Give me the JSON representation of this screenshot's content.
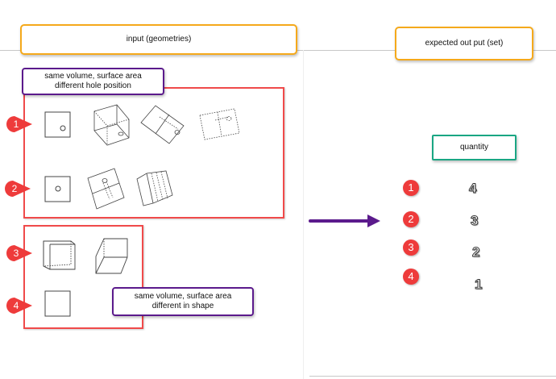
{
  "input_label": "input (geometries)",
  "output_label": "expected out put (set)",
  "group1_note": [
    "same volume, surface area",
    "different hole position"
  ],
  "group2_note": [
    "same volume, surface area",
    "different in shape"
  ],
  "quantity_header": "quantity",
  "markers": [
    "1",
    "2",
    "3",
    "4"
  ],
  "results": [
    {
      "id": "1",
      "quantity": "4"
    },
    {
      "id": "2",
      "quantity": "3"
    },
    {
      "id": "3",
      "quantity": "2"
    },
    {
      "id": "4",
      "quantity": "1"
    }
  ],
  "colors": {
    "marker": "#ee3b3b",
    "arrow": "#5b1a8c",
    "frame": "#f04a4a",
    "header": "#f5a91b",
    "quantity_border": "#1aa683"
  }
}
